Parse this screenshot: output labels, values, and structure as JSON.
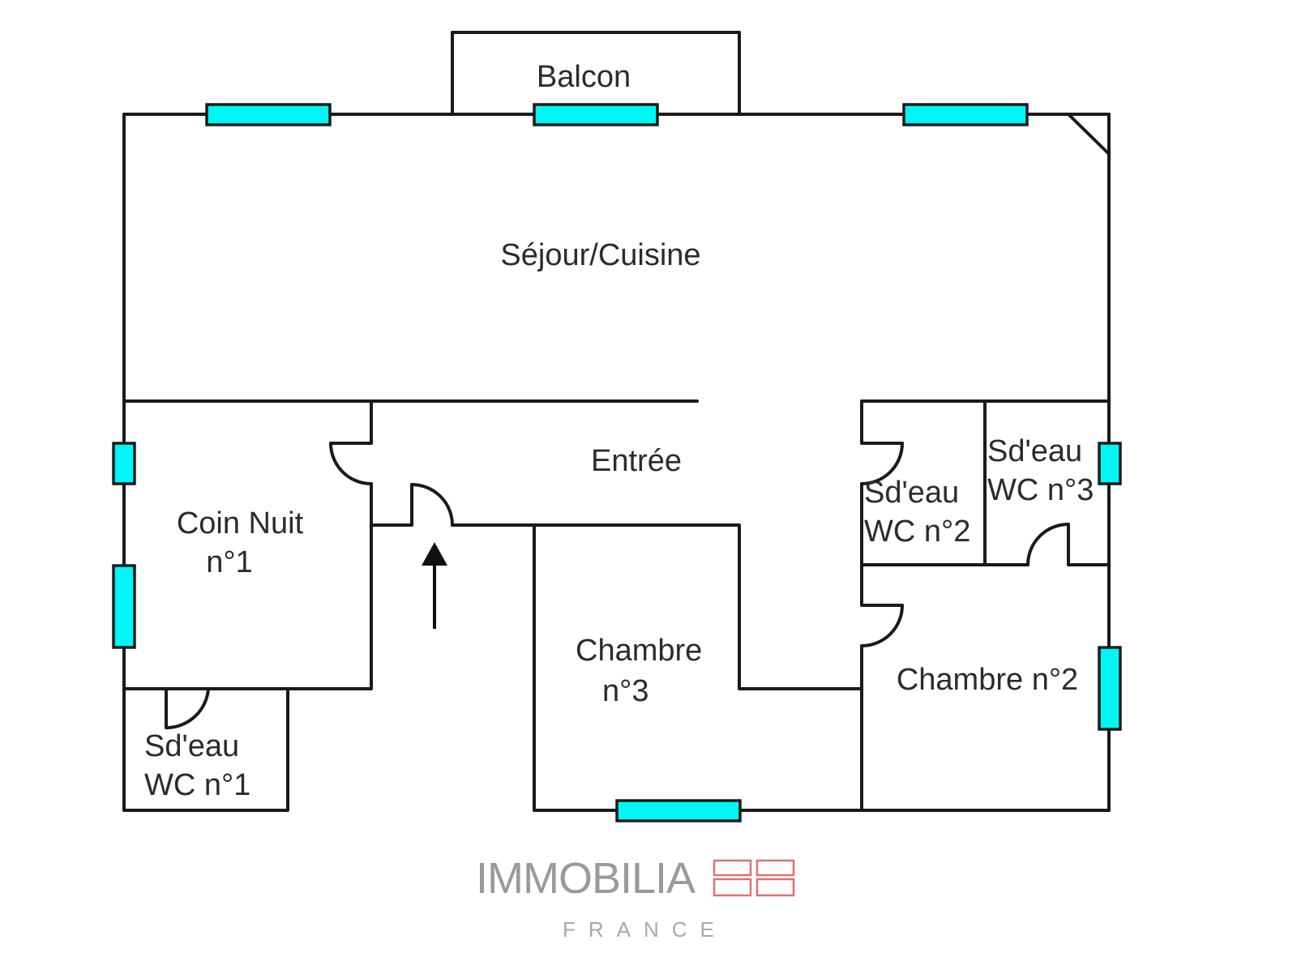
{
  "plan": {
    "rooms": {
      "balcon": "Balcon",
      "sejour": "Séjour/Cuisine",
      "entree": "Entrée",
      "coin_nuit": [
        "Coin Nuit",
        "n°1"
      ],
      "sdeau_wc1": [
        "Sd'eau",
        "WC n°1"
      ],
      "chambre3": [
        "Chambre",
        "n°3"
      ],
      "sdeau_wc2": [
        "Sd'eau",
        "WC n°2"
      ],
      "sdeau_wc3": [
        "Sd'eau",
        "WC n°3"
      ],
      "chambre2": "Chambre n°2"
    },
    "colors": {
      "window": "#00f5f5",
      "wall": "#1a1a1a",
      "logo_mark": "#e07070",
      "logo_text": "#9a9a9a"
    },
    "icons": {
      "entrance": "entrance-arrow-icon"
    }
  },
  "logo": {
    "name": "IMMOBILIA",
    "subtitle": "FRANCE"
  }
}
